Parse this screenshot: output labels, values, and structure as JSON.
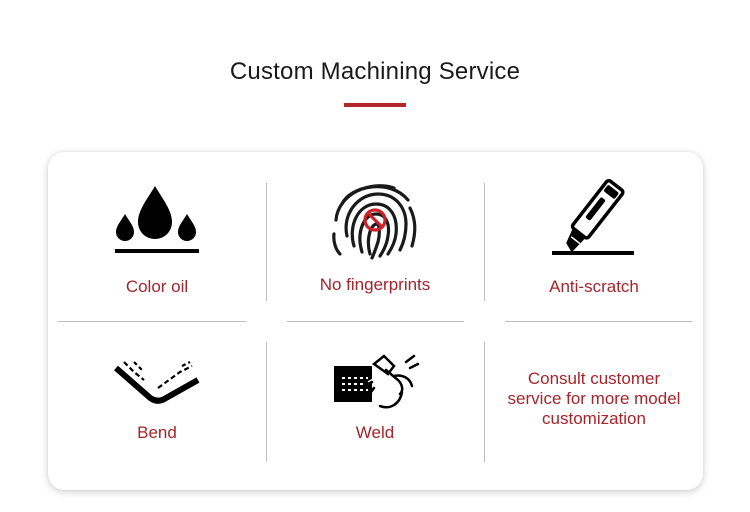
{
  "header": {
    "title": "Custom Machining Service"
  },
  "features": [
    {
      "label": "Color oil",
      "icon": "oil-drops-icon"
    },
    {
      "label": "No fingerprints",
      "icon": "fingerprint-icon"
    },
    {
      "label": "Anti-scratch",
      "icon": "utility-knife-icon"
    },
    {
      "label": "Bend",
      "icon": "bend-icon"
    },
    {
      "label": "Weld",
      "icon": "weld-icon"
    }
  ],
  "consult": {
    "line1": "Consult customer",
    "line2": "service for more model",
    "line3": "customization"
  },
  "colors": {
    "accent": "#b3262a",
    "text_red": "#a6242a",
    "title": "#1a1a1a",
    "divider": "#bdbdbd"
  }
}
